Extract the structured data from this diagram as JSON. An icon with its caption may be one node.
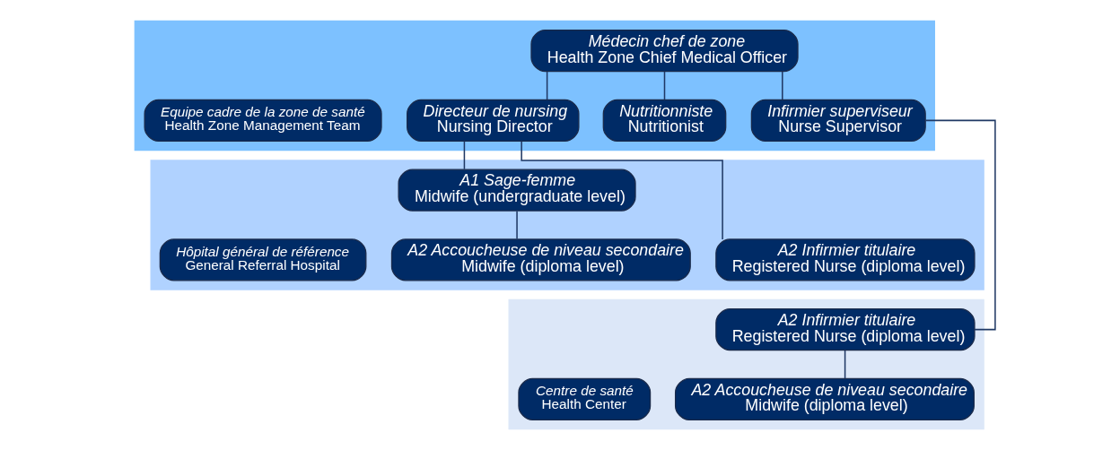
{
  "diagram": {
    "nodes": [
      {
        "text": [],
        "shape": "bar"
      },
      {
        "text": [
          "Equipe cadre de la zone de santé",
          "Health Zone Management Team"
        ],
        "in": 0
      },
      {
        "text": [
          "Médecin chef de zone",
          "Health Zone Chief Medical Officer"
        ],
        "in": 0
      },
      {
        "text": [
          "Infirmier superviseur",
          "Nurse Supervisor"
        ],
        "in": 0
      },
      {
        "text": [
          "Directeur de nursing",
          "Nursing Director"
        ],
        "in": 0
      },
      {
        "text": [
          "Nutritionniste",
          "Nutritionist"
        ],
        "in": 0
      },
      {
        "text": [],
        "shape": "bar"
      },
      {
        "text": [
          "Hôpital général de référence",
          "General Referral Hospital"
        ],
        "in": 6
      },
      {
        "text": [
          "A1 Sage-femme",
          "Midwife (undergraduate level)"
        ],
        "in": 6
      },
      {
        "text": [
          "A2 Infirmier titulaire",
          "Registered Nurse (diploma level)"
        ],
        "in": 6
      },
      {
        "text": [
          "A2 Accoucheuse de niveau secondaire",
          "Midwife (diploma level)"
        ],
        "in": 6
      },
      {
        "text": [],
        "shape": "bar"
      },
      {
        "text": [
          "Centre de santé",
          "Health Center"
        ],
        "in": 11
      },
      {
        "text": [
          "A2 Infirmier titulaire",
          "Registered Nurse (diploma level)"
        ],
        "in": 11
      },
      {
        "text": [
          "A2 Accoucheuse de niveau secondaire",
          "Midwife (diploma level)"
        ],
        "in": 11
      }
    ],
    "edges": [
      {
        "from": 2,
        "to": 3,
        "arrow": "none"
      },
      {
        "from": 2,
        "to": 4,
        "arrow": "none"
      },
      {
        "from": 2,
        "to": 5,
        "arrow": "none"
      },
      {
        "from": 4,
        "to": 9,
        "arrow": "none"
      },
      {
        "from": 4,
        "to": 8,
        "arrow": "none"
      },
      {
        "from": 8,
        "to": 10,
        "arrow": "none"
      },
      {
        "from": 3,
        "to": 13,
        "arrow": "none"
      },
      {
        "from": 13,
        "to": 14,
        "arrow": "none"
      }
    ]
  }
}
